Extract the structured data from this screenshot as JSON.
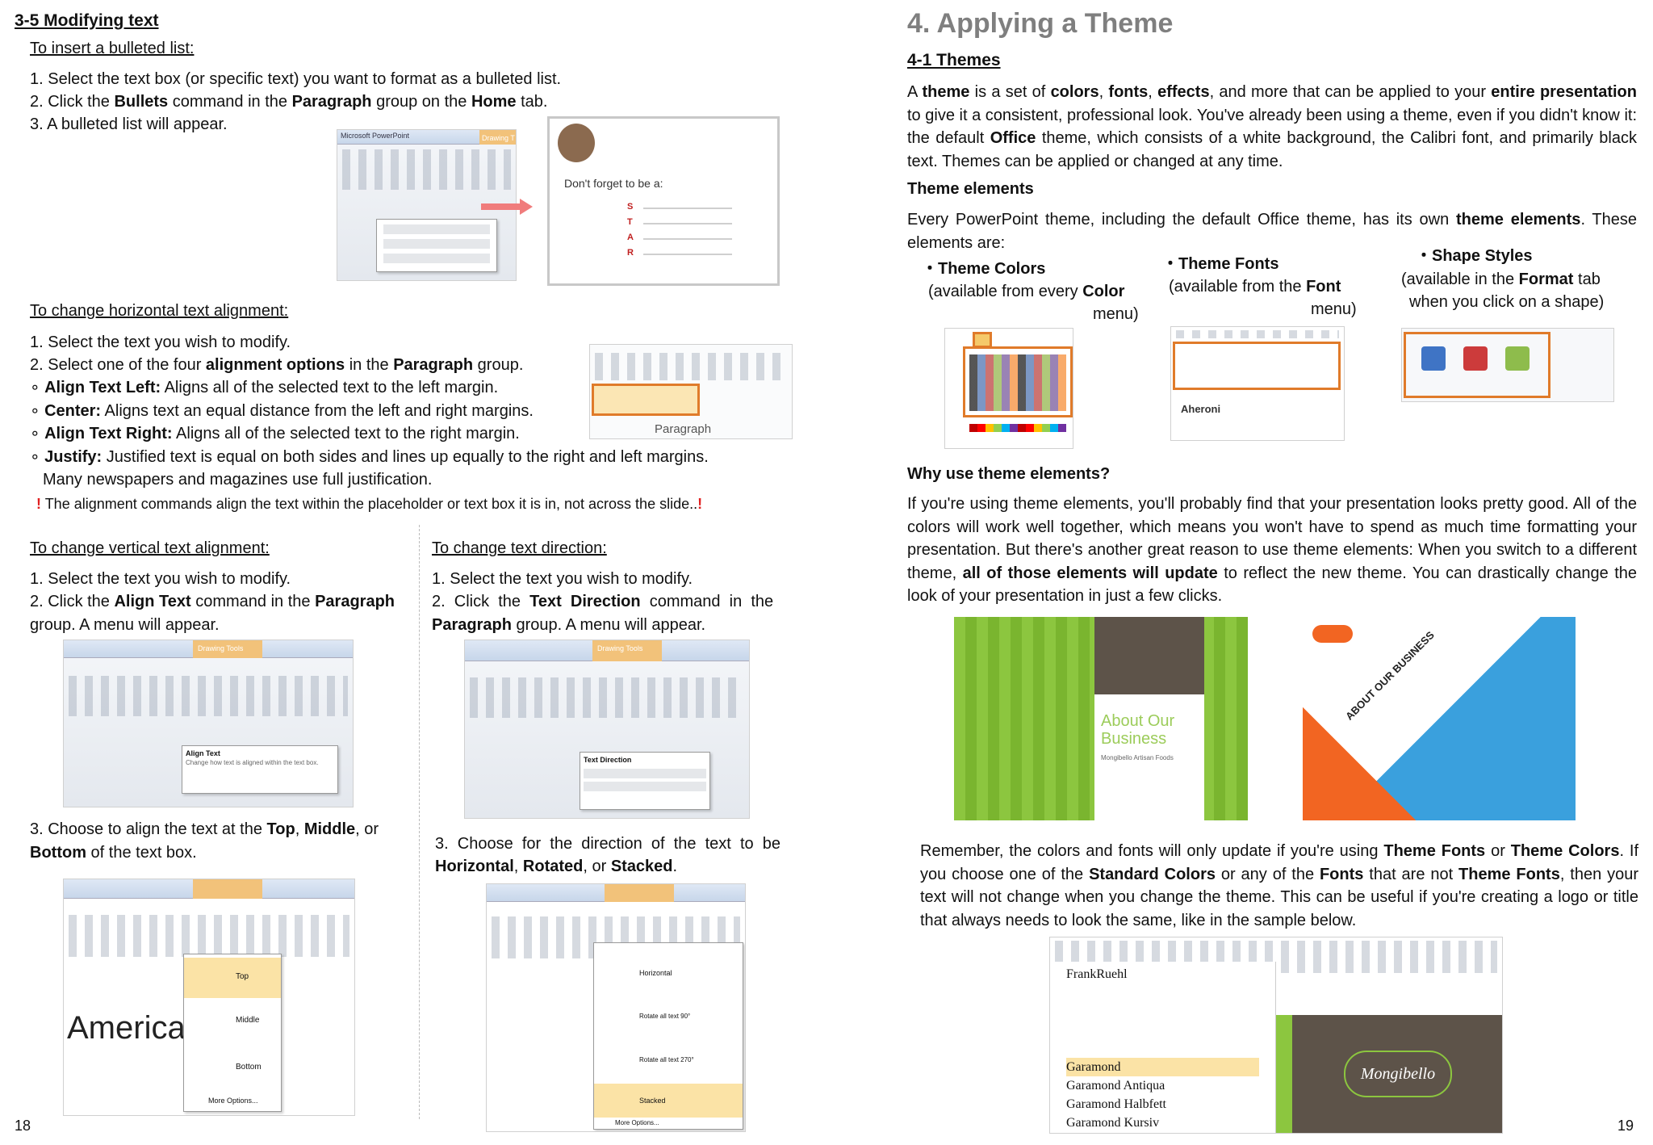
{
  "left_page": {
    "section_title": "3-5 Modifying text",
    "bulleted": {
      "heading": "To insert a bulleted list:",
      "step1": "1. Select the text box (or specific text) you want to format as a bulleted list.",
      "step2_a": "2. Click the ",
      "step2_b": "Bullets",
      "step2_c": " command in the ",
      "step2_d": "Paragraph",
      "step2_e": " group on the ",
      "step2_f": "Home",
      "step2_g": " tab.",
      "step3": "3. A bulleted list will appear.",
      "shot_title": "Microsoft PowerPoint",
      "shot_tab": "Drawing T",
      "slide_text": "Don't forget to be a:",
      "slide_letters": [
        "S",
        "T",
        "A",
        "R"
      ]
    },
    "horizontal": {
      "heading": "To change horizontal text alignment:",
      "step1": "1. Select the text you wish to modify.",
      "step2_a": "2. Select one of the four ",
      "step2_b": "alignment options",
      "step2_c": " in the ",
      "step2_d": "Paragraph",
      "step2_e": " group.",
      "left_b": "Align Text Left:",
      "left_t": " Aligns all of the selected text to the left margin.",
      "center_b": "Center:",
      "center_t": " Aligns text an equal distance from the left and right margins.",
      "right_b": "Align Text Right:",
      "right_t": " Aligns all of the selected text to the right margin.",
      "justify_b": "Justify:",
      "justify_t": " Justified text is equal on both sides and lines up equally to the right and left margins.",
      "justify_t2": "Many newspapers and magazines use full justification.",
      "note": "The alignment commands align the text within the placeholder or text box it is in, not across the slide..",
      "shot_label": "Paragraph"
    },
    "vertical": {
      "heading": "To change vertical text alignment:",
      "step1": "1. Select the text you wish to modify.",
      "step2_a": "2. Click the ",
      "step2_b": "Align Text",
      "step2_c": " command in the ",
      "step2_d": "Paragraph",
      "step2_e": "group. A menu will appear.",
      "step3_a": "3. Choose to align the text at the ",
      "step3_b": "Top",
      "step3_c": ", ",
      "step3_d": "Middle",
      "step3_e": ", or",
      "step3_f": "Bottom",
      "step3_g": " of the text box.",
      "shot_tab": "Drawing Tools",
      "menu_title": "Align Text",
      "menu_desc": "Change how text is aligned within the text box.",
      "big_word": "America      ory",
      "opt_top": "Top",
      "opt_middle": "Middle",
      "opt_bottom": "Bottom",
      "opt_more": "More Options..."
    },
    "direction": {
      "heading": "To change text direction:",
      "step1": "1. Select the text you wish to modify.",
      "step2_a": "2.  Click  the  ",
      "step2_b": "Text  Direction",
      "step2_c": "  command  in  the",
      "step2_d": "Paragraph",
      "step2_e": " group. A menu will appear.",
      "step3_a": "3.  Choose  for  the  direction  of  the  text  to  be",
      "step3_b": "Horizontal",
      "step3_c": ", ",
      "step3_d": "Rotated",
      "step3_e": ", or ",
      "step3_f": "Stacked",
      "step3_g": ".",
      "shot_tab": "Drawing Tools",
      "menu_title": "Text Direction",
      "opt_horizontal": "Horizontal",
      "opt_rotate90": "Rotate all text 90°",
      "opt_rotate270": "Rotate all text 270°",
      "opt_stacked": "Stacked",
      "opt_more": "More Options..."
    },
    "page_number": "18"
  },
  "right_page": {
    "chapter_title": "4. Applying a Theme",
    "section_title": "4-1 Themes",
    "intro_1": "A ",
    "intro_theme": "theme",
    "intro_2": " is a set of ",
    "intro_colors": "colors",
    "intro_3": ", ",
    "intro_fonts": "fonts",
    "intro_4": ", ",
    "intro_effects": "effects",
    "intro_5": ", and more that can be applied to your ",
    "intro_entire": "entire presentation",
    "intro_6": " to give it a consistent, professional look. You've already been using a theme, even if you didn't know it: the default ",
    "intro_office": "Office",
    "intro_7": " theme, which consists of a white background, the Calibri font, and primarily black text. Themes can be applied or changed at any time.",
    "elements_heading": "Theme elements",
    "elements_1": "Every PowerPoint theme, including the default Office theme, has its own ",
    "elements_b": "theme elements",
    "elements_2": ". These elements are:",
    "colors_title": "・Theme Colors",
    "colors_sub_a": "(available from every ",
    "colors_sub_b": "Color",
    "colors_sub_c": "menu)",
    "fonts_title": "・Theme Fonts",
    "fonts_sub_a": "(available from the ",
    "fonts_sub_b": "Font",
    "fonts_sub_c": "menu)",
    "shapes_title": "・Shape Styles",
    "shapes_sub_a": "(available in the ",
    "shapes_sub_b": "Format",
    "shapes_sub_c": " tab",
    "shapes_sub_d": "when you click on a shape)",
    "font_item": "Aheroni",
    "why_heading": "Why use theme elements?",
    "why_1": "If you're using theme elements, you'll probably find that your presentation looks pretty good. All of the colors will work well together, which means you won't have to spend as much time formatting your presentation. But there's another great reason to use theme elements: When you switch to a different theme, ",
    "why_b": "all of those elements will update",
    "why_2": " to reflect the new theme. You can drastically change the look of your presentation in just a few clicks.",
    "slide1_text": "About Our Business",
    "slide1_sub": "Mongibello Artisan Foods",
    "slide2_text": "ABOUT OUR BUSINESS",
    "remember_1": "Remember, the colors and fonts will only update if you're using ",
    "remember_b1": "Theme Fonts",
    "remember_2": " or ",
    "remember_b2": "Theme Colors",
    "remember_3": ". If you choose one of the ",
    "remember_b3": "Standard Colors",
    "remember_4": " or any of the ",
    "remember_b4": "Fonts",
    "remember_5": " that are not ",
    "remember_b5": "Theme Fonts",
    "remember_6": ", then your text will not change when you change the theme. This can be useful if you're creating a logo or title that always needs to look the same, like in the sample below.",
    "font_list": [
      "FrankRuehl",
      "Garamond",
      "Garamond Antiqua",
      "Garamond Halbfett",
      "Garamond Kursiv"
    ],
    "logo_text": "Mongibello",
    "page_number": "19"
  }
}
